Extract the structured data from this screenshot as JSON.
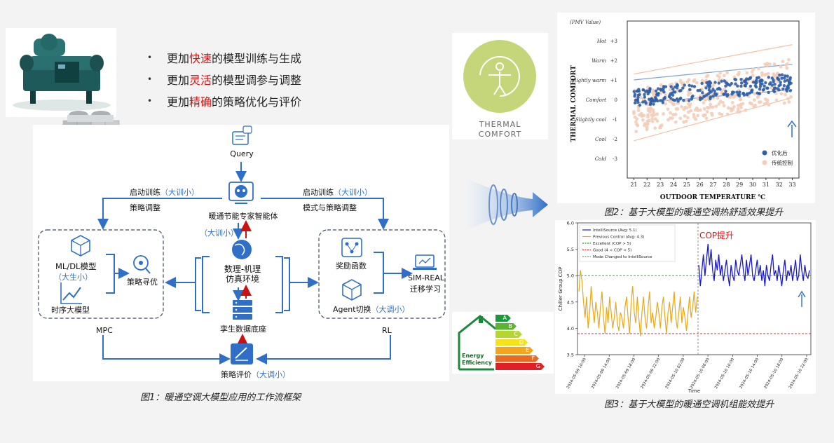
{
  "bullets": [
    {
      "pre": "更加",
      "em": "快速",
      "post": "的模型训练与生成"
    },
    {
      "pre": "更加",
      "em": "灵活",
      "post": "的模型调参与调整"
    },
    {
      "pre": "更加",
      "em": "精确",
      "post": "的策略优化与评价"
    }
  ],
  "framework": {
    "query": "Query",
    "agent": "暖通节能专家智能体",
    "left_train": "启动训练",
    "left_train_tag": "（大训小）",
    "left_adjust": "策略调整",
    "right_train": "启动训练",
    "right_train_tag": "（大训小）",
    "right_adjust": "模式与策略调整",
    "center_tag": "（大训小）",
    "sim_env": "数理-机理\n仿真环境",
    "twin_db": "孪生数据底座",
    "eval": "策略评价",
    "eval_tag": "（大调小）",
    "ml_model": "ML/DL模型",
    "ml_tag": "（大生小）",
    "ts_model": "时序大模型",
    "strategy_search": "策略寻优",
    "reward": "奖励函数",
    "agent_switch": "Agent切换",
    "agent_switch_tag": "（大调小）",
    "sim_real": "SIM-REAL",
    "transfer": "迁移学习",
    "mpc": "MPC",
    "rl": "RL"
  },
  "captions": {
    "fig1": "图1：暖通空调大模型应用的工作流框架",
    "fig2": "图2：基于大模型的暖通空调热舒适效果提升",
    "fig3": "图3：基于大模型的暖通空调机组能效提升"
  },
  "icons": {
    "thermal_text1": "THERMAL",
    "thermal_text2": "COMFORT",
    "energy_label": "Energy\nEfficiency",
    "energy_grades": [
      "A",
      "B",
      "C",
      "D",
      "E",
      "F",
      "G"
    ],
    "energy_colors": [
      "#1a9a3a",
      "#5cb531",
      "#b6d432",
      "#f4e21a",
      "#f4a51a",
      "#ea6a1f",
      "#e01f26"
    ]
  },
  "colors": {
    "blue_main": "#2f6fc8",
    "red_accent": "#e01010",
    "thermal_green": "#c5d67a"
  },
  "chart_data": [
    {
      "type": "scatter",
      "title": "",
      "xlabel": "OUTDOOR TEMPERATURE ℃",
      "ylabel": "THERMAL COMFORT",
      "top_label": "(PMV Value)",
      "x_ticks": [
        21,
        22,
        23,
        24,
        25,
        26,
        27,
        28,
        29,
        30,
        31,
        32,
        33
      ],
      "y_levels": [
        {
          "name": "Hot",
          "value": "+3"
        },
        {
          "name": "Warm",
          "value": "+2"
        },
        {
          "name": "Slightly warm",
          "value": "+1"
        },
        {
          "name": "Comfort",
          "value": "0"
        },
        {
          "name": "Slightly cool",
          "value": "-1"
        },
        {
          "name": "Cool",
          "value": "-2"
        },
        {
          "name": "Cold",
          "value": "-3"
        }
      ],
      "xlim": [
        20.5,
        33.5
      ],
      "ylim": [
        -4,
        4
      ],
      "series": [
        {
          "name": "优化后",
          "color": "#2e5ea8",
          "trend": {
            "x": [
              21,
              33
            ],
            "center": [
              0.1,
              0.9
            ],
            "spread": 0.45
          }
        },
        {
          "name": "传统控制",
          "color": "#f3cdb8",
          "trend": {
            "x": [
              21,
              33
            ],
            "center": [
              -0.6,
              1.0
            ],
            "spread": 1.1
          }
        }
      ],
      "bands": {
        "blue": [
          [
            21,
            33
          ],
          [
            -0.2,
            0.5
          ],
          [
            1.0,
            1.8
          ]
        ],
        "orange": [
          [
            21,
            33
          ],
          [
            -2.1,
            0.1
          ],
          [
            1.3,
            2.8
          ]
        ]
      }
    },
    {
      "type": "line",
      "title": "",
      "annotation": "COP提升",
      "xlabel": "Time",
      "ylabel": "Chiller Group COP",
      "ylim": [
        3.5,
        6.0
      ],
      "y_ticks": [
        "3.5",
        "4.0",
        "4.5",
        "5.0",
        "5.5",
        "6.0"
      ],
      "x_ticks": [
        "2024-05-09 10:00",
        "2024-05-09 14:00",
        "2024-05-09 18:00",
        "2024-05-09 22:00",
        "2024-05-10 02:00",
        "2024-05-10 06:00",
        "2024-05-10 10:00",
        "2024-05-10 14:00",
        "2024-05-10 18:00",
        "2024-05-10 22:00"
      ],
      "switch_index": 78,
      "legend": [
        {
          "label": "IntelliSource (Avg: 5.1)",
          "color": "#1a1acc",
          "style": "solid"
        },
        {
          "label": "Previous Control (Avg: 4.3)",
          "color": "#e8a81a",
          "style": "solid"
        },
        {
          "label": "Excellent (COP > 5)",
          "color": "#2a9a2a",
          "style": "dashed"
        },
        {
          "label": "Good (4 < COP < 5)",
          "color": "#cc2222",
          "style": "dashed"
        },
        {
          "label": "Mode Changed to IntelliSource",
          "color": "#888888",
          "style": "dashed"
        }
      ],
      "thresholds": {
        "excellent": 5.0,
        "good": 3.9
      },
      "series": [
        {
          "name": "Previous Control (Avg: 4.3)",
          "color": "#e8a81a",
          "values": [
            4.7,
            5.1,
            4.9,
            4.5,
            4.2,
            4.6,
            4.0,
            4.3,
            4.8,
            4.4,
            4.1,
            4.5,
            4.3,
            4.0,
            4.4,
            4.7,
            4.2,
            3.9,
            4.4,
            4.1,
            4.6,
            4.3,
            4.0,
            4.2,
            4.5,
            4.1,
            3.95,
            4.3,
            4.2,
            4.0,
            4.4,
            4.6,
            4.2,
            3.9,
            4.5,
            4.8,
            4.3,
            4.1,
            4.6,
            4.2,
            3.85,
            4.3,
            4.6,
            4.2,
            4.0,
            4.4,
            4.7,
            4.1,
            4.3,
            4.0,
            4.2,
            4.5,
            4.3,
            4.0,
            4.4,
            4.6,
            4.2,
            3.9,
            4.3,
            4.5,
            4.1,
            4.4,
            4.7,
            4.2,
            4.0,
            4.3,
            4.6,
            4.1,
            4.4,
            4.2,
            3.95,
            4.3,
            4.6,
            4.2,
            4.4,
            4.7,
            4.3,
            4.6
          ]
        },
        {
          "name": "IntelliSource (Avg: 5.1)",
          "color": "#1a1acc",
          "values": [
            5.2,
            4.8,
            5.1,
            5.4,
            5.0,
            5.3,
            5.6,
            5.2,
            5.5,
            5.1,
            4.9,
            5.3,
            5.1,
            5.4,
            5.0,
            5.2,
            4.9,
            5.1,
            5.3,
            5.0,
            4.8,
            5.2,
            5.0,
            4.9,
            5.3,
            5.1,
            5.0,
            5.2,
            5.4,
            5.1,
            4.9,
            5.3,
            5.0,
            5.2,
            5.4,
            5.0,
            4.9,
            5.1,
            5.3,
            5.0,
            5.2,
            4.9,
            5.1,
            4.8,
            5.2,
            5.0,
            4.9,
            5.2,
            5.4,
            5.0,
            5.1,
            4.9,
            5.2,
            5.0,
            4.8,
            5.1,
            5.3,
            4.9,
            5.1,
            5.0,
            5.2,
            4.9,
            5.1,
            5.3,
            4.9,
            5.0,
            5.4,
            5.1,
            4.9,
            5.2,
            5.0,
            4.95,
            5.1
          ]
        }
      ]
    }
  ]
}
